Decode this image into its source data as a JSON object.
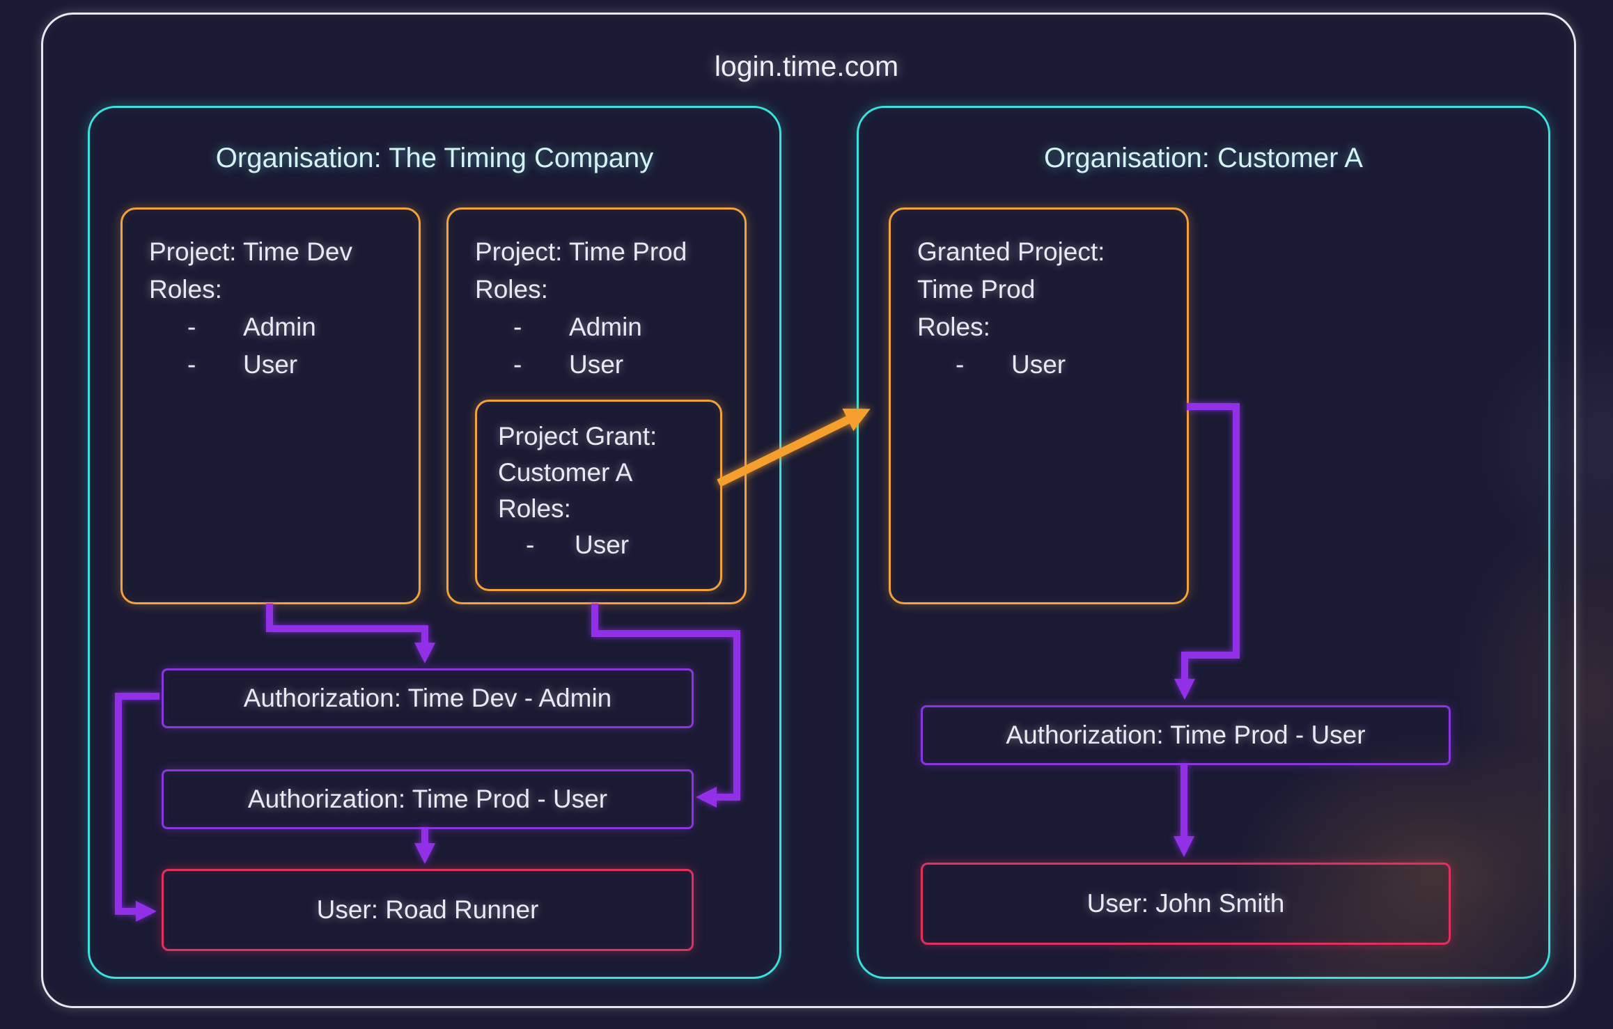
{
  "header": {
    "domain": "login.time.com"
  },
  "org_left": {
    "title": "Organisation: The Timing Company",
    "project_dev": {
      "title": "Project: Time Dev",
      "roles_label": "Roles:",
      "roles": [
        "Admin",
        "User"
      ]
    },
    "project_prod": {
      "title": "Project: Time Prod",
      "roles_label": "Roles:",
      "roles": [
        "Admin",
        "User"
      ],
      "grant": {
        "title_line1": "Project Grant:",
        "title_line2": "Customer A",
        "roles_label": "Roles:",
        "roles": [
          "User"
        ]
      }
    },
    "auth_dev_admin": "Authorization: Time Dev - Admin",
    "auth_prod_user": "Authorization: Time Prod - User",
    "user": "User: Road Runner"
  },
  "org_right": {
    "title": "Organisation: Customer A",
    "granted_project": {
      "title_line1": "Granted Project:",
      "title_line2": "Time Prod",
      "roles_label": "Roles:",
      "roles": [
        "User"
      ]
    },
    "auth_prod_user": "Authorization: Time Prod - User",
    "user": "User: John Smith"
  },
  "colors": {
    "background": "#1a1a33",
    "outer_border": "#e8e8f0",
    "org_border": "#3ce0dc",
    "project_border": "#f2a33c",
    "auth_border": "#8b36dd",
    "user_border": "#e0315e",
    "arrow_purple": "#9130e6",
    "arrow_orange": "#f59f2e"
  }
}
